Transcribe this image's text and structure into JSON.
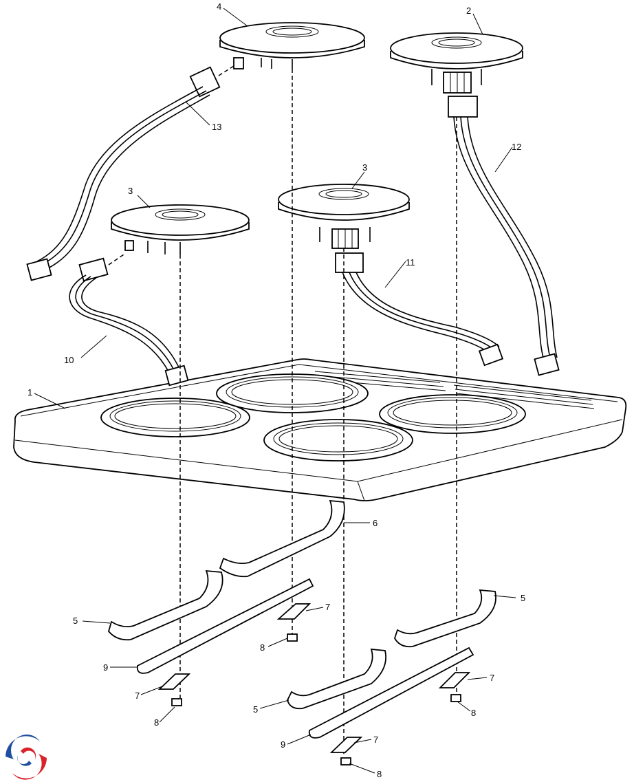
{
  "callouts": [
    {
      "id": "c1",
      "text": "1"
    },
    {
      "id": "c2",
      "text": "2"
    },
    {
      "id": "c3a",
      "text": "3"
    },
    {
      "id": "c3b",
      "text": "3"
    },
    {
      "id": "c4",
      "text": "4"
    },
    {
      "id": "c5a",
      "text": "5"
    },
    {
      "id": "c5b",
      "text": "5"
    },
    {
      "id": "c5c",
      "text": "5"
    },
    {
      "id": "c6",
      "text": "6"
    },
    {
      "id": "c7a",
      "text": "7"
    },
    {
      "id": "c7b",
      "text": "7"
    },
    {
      "id": "c7c",
      "text": "7"
    },
    {
      "id": "c7d",
      "text": "7"
    },
    {
      "id": "c8a",
      "text": "8"
    },
    {
      "id": "c8b",
      "text": "8"
    },
    {
      "id": "c8c",
      "text": "8"
    },
    {
      "id": "c8d",
      "text": "8"
    },
    {
      "id": "c9a",
      "text": "9"
    },
    {
      "id": "c9b",
      "text": "9"
    },
    {
      "id": "c10",
      "text": "10"
    },
    {
      "id": "c11",
      "text": "11"
    },
    {
      "id": "c12",
      "text": "12"
    },
    {
      "id": "c13",
      "text": "13"
    }
  ],
  "logo": {
    "colors": [
      "#1f4fa0",
      "#d8232a"
    ]
  }
}
